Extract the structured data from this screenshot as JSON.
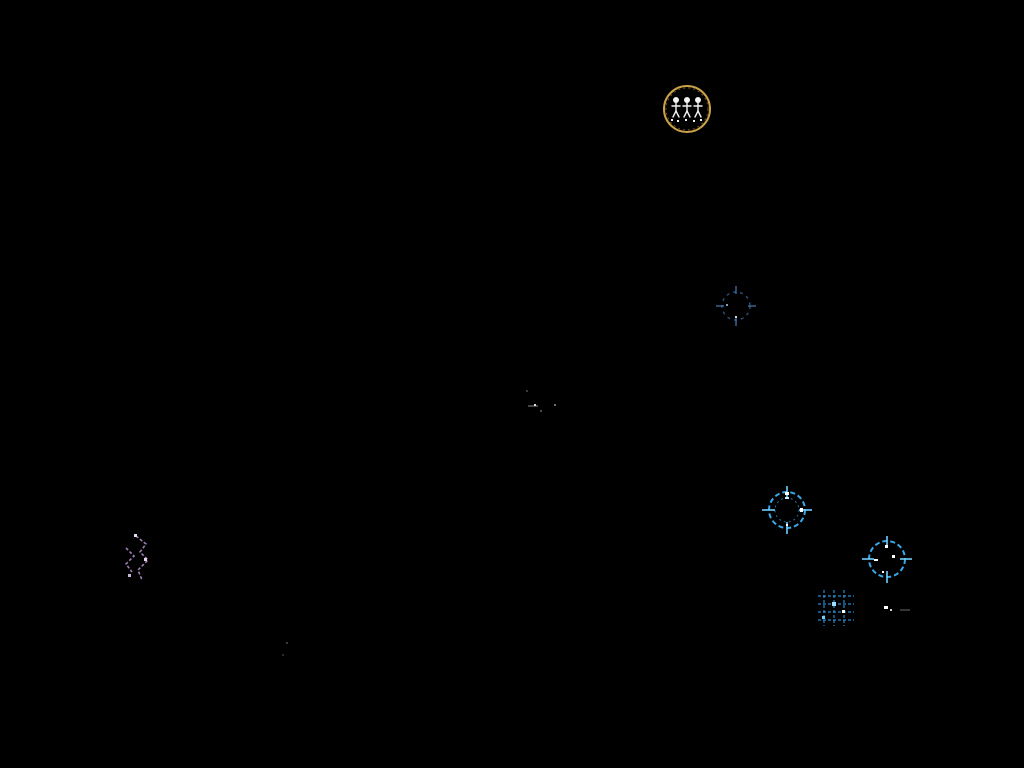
{
  "scene": {
    "background_color": "#000000"
  },
  "colors": {
    "gold": "#c9a24a",
    "white": "#f2f2f2",
    "cyan": "#3aa8e8",
    "cyan_bright": "#6fd0ff",
    "dim_blue": "#4b7bb0",
    "purple": "#9c7fb0",
    "grey": "#8a8a8a"
  },
  "markers": [
    {
      "id": "squad",
      "icon": "squad-badge-icon"
    },
    {
      "id": "dim-ret",
      "icon": "dim-reticle-icon"
    },
    {
      "id": "faint",
      "icon": "faint-signal-icon"
    },
    {
      "id": "blue-ret-1",
      "icon": "target-reticle-icon"
    },
    {
      "id": "blue-ret-2",
      "icon": "target-reticle-icon"
    },
    {
      "id": "grid",
      "icon": "grid-beacon-icon"
    },
    {
      "id": "tiny",
      "icon": "signal-fragment-icon"
    },
    {
      "id": "purple",
      "icon": "purple-glyph-icon"
    },
    {
      "id": "speck",
      "icon": "speck-icon"
    }
  ]
}
